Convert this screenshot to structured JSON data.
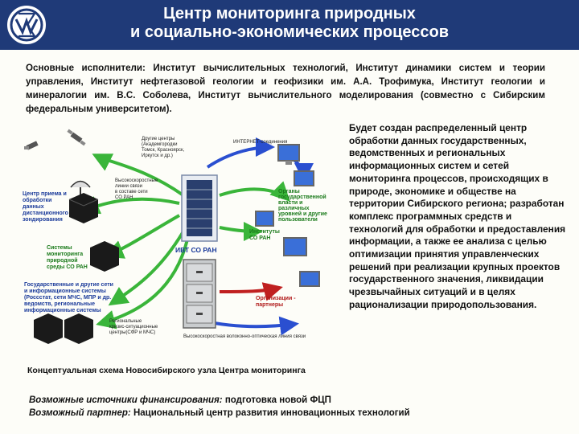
{
  "header": {
    "title_line1": "Центр мониторинга природных",
    "title_line2": "и социально-экономических процессов",
    "background": "#1f3a78"
  },
  "intro": "Основные исполнители: Институт вычислительных технологий, Институт динамики систем и теории управления, Институт нефтегазовой геологии и геофизики им. А.А. Трофимука, Институт геологии и минералогии им. В.С. Соболева, Институт вычислительного моделирования (совместно с Сибирским федеральным университетом).",
  "diagram": {
    "caption": "Концептуальная схема Новосибирского узла Центра мониторинга",
    "labels": {
      "other_centers": [
        "Другие центры",
        "(Академгородки",
        "Томск, Красноярск,",
        "Иркутск и др.)"
      ],
      "internet": "ИНТЕРНЕТ-соединения",
      "high_speed": [
        "Высокоскоростные",
        "линии связи",
        "в составе сети",
        "СО РАН"
      ],
      "receiving_center": [
        "Центр приема и",
        "обработки",
        "данных",
        "дистанционного",
        "зондирования"
      ],
      "monitoring_systems": [
        "Системы",
        "мониторинга",
        "природной",
        "среды СО РАН"
      ],
      "state_networks": [
        "Государственные и другие сети",
        "и информационные системы",
        "(Россстат, сети МЧС, МПР и др.",
        "ведомств, региональные",
        "информационные системы"
      ],
      "regional_centers": [
        "Региональные",
        "кризис-ситуационные",
        "центры(СФР и МЧС)"
      ],
      "ivt": "ИВТ СО РАН",
      "institutes": [
        "Институты",
        "СО РАН"
      ],
      "authorities": [
        "Органы",
        "государственной",
        "власти и",
        "различных",
        "уровней и другие",
        "пользователи"
      ],
      "partners": [
        "Организации -",
        "партнеры"
      ],
      "high_speed_bottom": "Высокоскоростная волоконно-оптическая линия связи"
    }
  },
  "description": "Будет создан распределенный центр обработки данных государственных, ведомственных и региональных информационных систем и сетей мониторинга процессов, происходящих в природе, экономике и обществе на территории Сибирского региона; разработан комплекс программных средств и технологий для обработки и предоставления информации, а также ее анализа с целью оптимизации принятия управленческих решений при реализации крупных проектов государственного значения, ликвидации чрезвычайных ситуаций и в целях рационализации природопользования.",
  "footer": {
    "funding_label": "Возможные источники финансирования:",
    "funding_value": " подготовка новой ФЦП",
    "partner_label": "Возможный партнер:",
    "partner_value": " Национальный центр развития инновационных технологий"
  }
}
